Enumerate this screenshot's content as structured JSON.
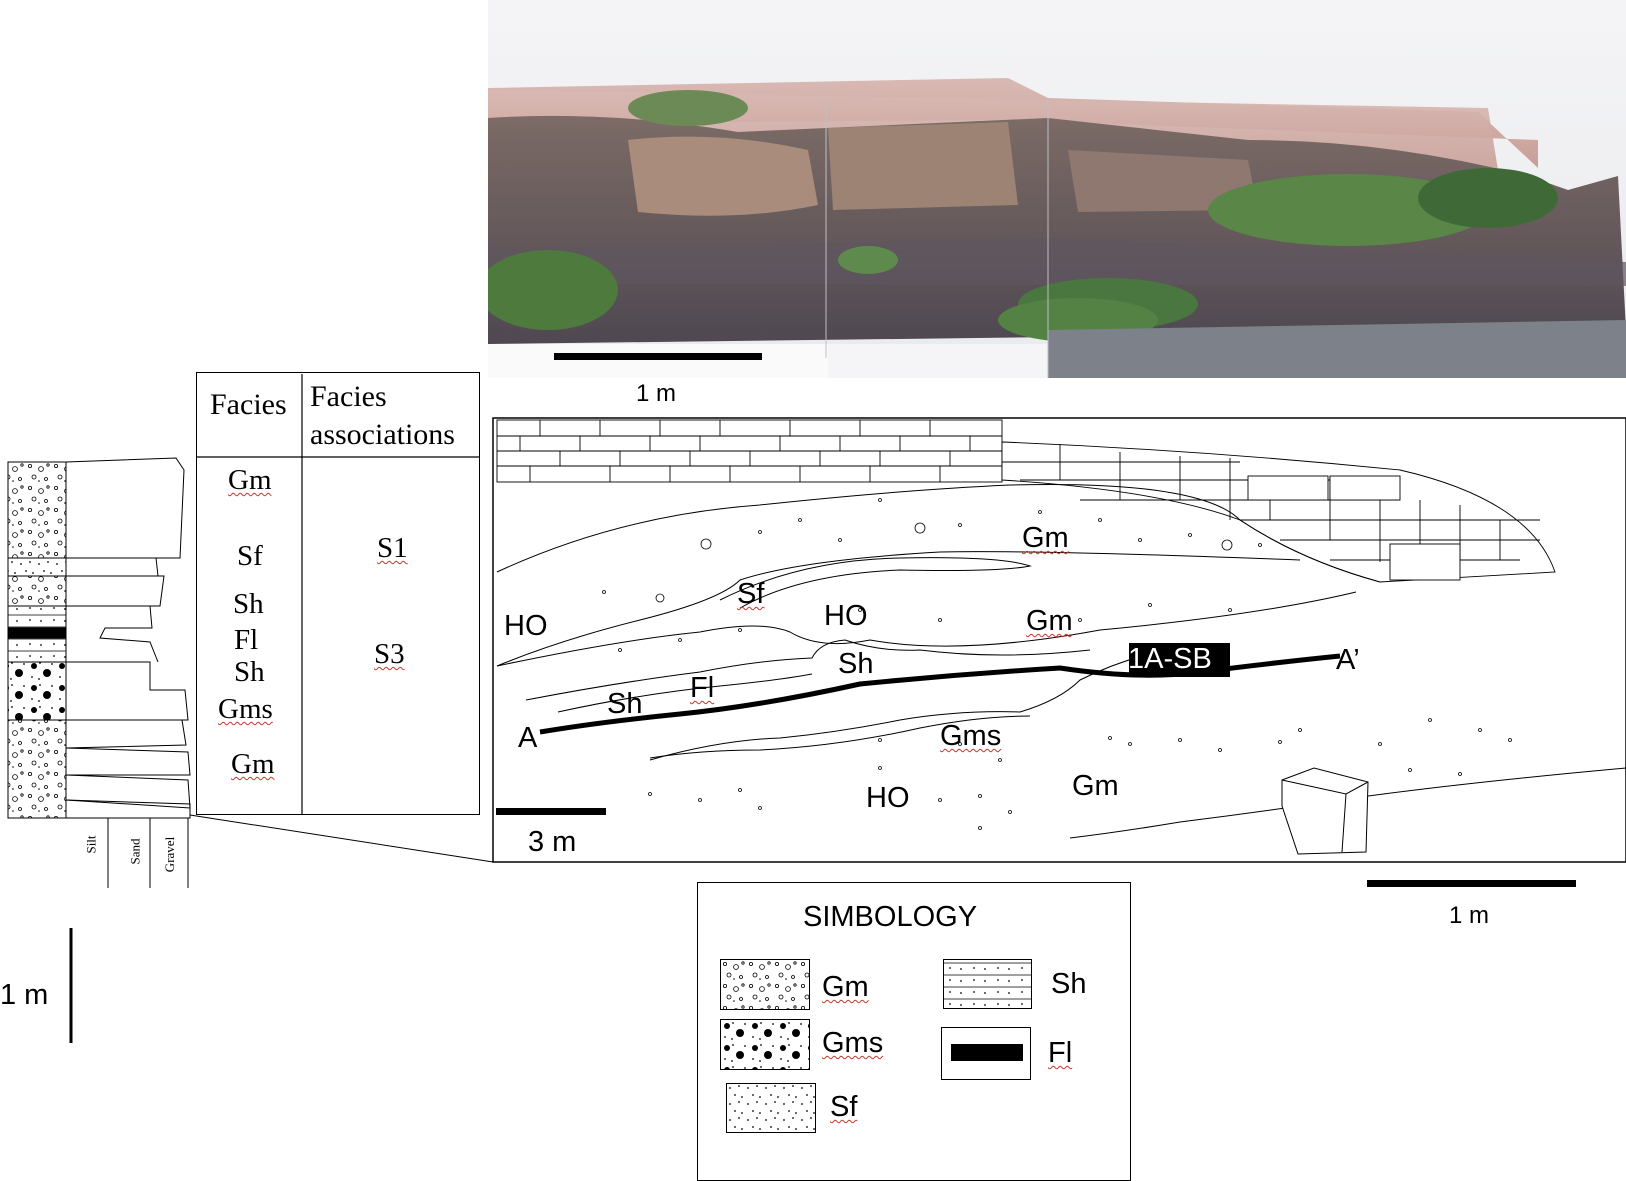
{
  "photo": {
    "scale_label": "1 m"
  },
  "column": {
    "grain_labels": [
      "Silt",
      "Sand",
      "Gravel"
    ],
    "vertical_scale_label": "1 m"
  },
  "facies_table": {
    "headers": [
      "Facies",
      "Facies associations"
    ],
    "facies": [
      "Gm",
      "Sf",
      "Sh",
      "Fl",
      "Sh",
      "Gms",
      "Gm"
    ],
    "associations": [
      "S1",
      "S3"
    ]
  },
  "cross_section": {
    "labels": [
      "HO",
      "Sf",
      "HO",
      "Gm",
      "Gm",
      "Sh",
      "Fl",
      "Sh",
      "A",
      "1A-SB",
      "A’",
      "Gms",
      "HO",
      "Gm"
    ],
    "scale_label": "3 m",
    "right_scale_label": "1 m"
  },
  "legend": {
    "title": "SIMBOLOGY",
    "items": [
      "Gm",
      "Gms",
      "Sf",
      "Sh",
      "Fl"
    ]
  }
}
